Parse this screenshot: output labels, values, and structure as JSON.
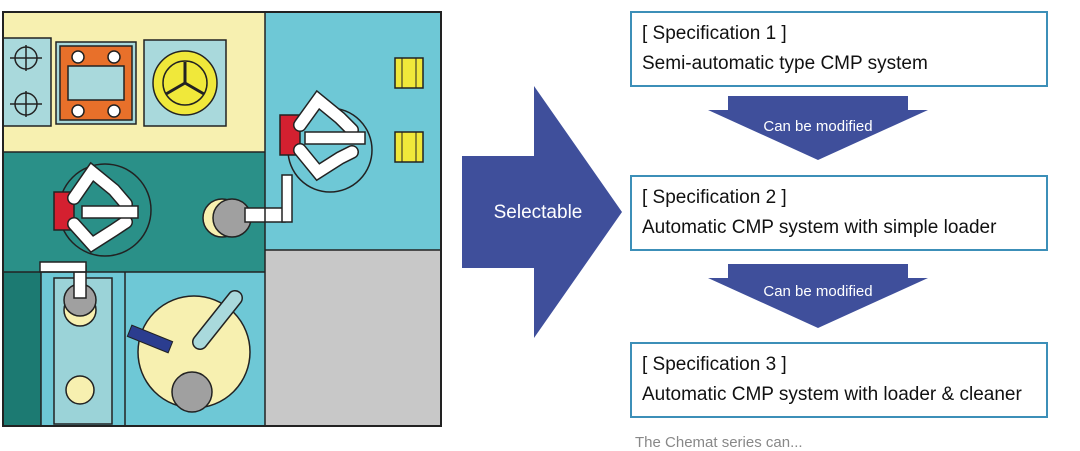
{
  "main_arrow": {
    "label": "Selectable",
    "color": "#3f4f9b"
  },
  "specs": [
    {
      "title": "[ Specification 1 ]",
      "desc": "Semi-automatic type CMP system"
    },
    {
      "title": "[ Specification 2 ]",
      "desc": "Automatic CMP system with simple loader"
    },
    {
      "title": "[ Specification 3 ]",
      "desc": "Automatic CMP system with loader & cleaner"
    }
  ],
  "connectors": [
    {
      "label": "Can be modified"
    },
    {
      "label": "Can be modified"
    }
  ],
  "caption": "The Chemat series can... ",
  "colors": {
    "box_border": "#3c8fb8",
    "arrow": "#3f4f9b",
    "cyan": "#6ec8d6",
    "teal": "#2a9088",
    "yellow": "#f7f0b0"
  }
}
